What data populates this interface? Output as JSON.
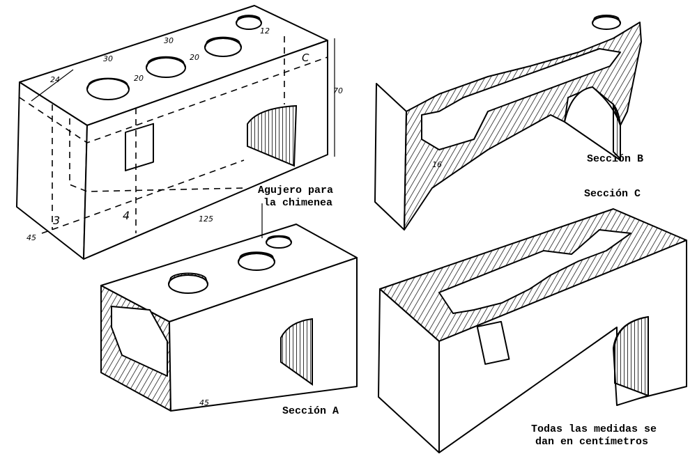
{
  "labels": {
    "chimney_hole_line1": "Agujero para",
    "chimney_hole_line2": "la chimenea",
    "section_a": "Sección A",
    "section_b": "Sección B",
    "section_c": "Sección C",
    "note_line1": "Todas las medidas se",
    "note_line2": "dan en centímetros"
  },
  "dimensions": {
    "d24": "24",
    "d30a": "30",
    "d30b": "30",
    "d20a": "20",
    "d20b": "20",
    "d70": "70",
    "d125": "125",
    "d45": "45",
    "d12": "12",
    "marker3": "3",
    "marker4": "4",
    "markerC": "C",
    "secA_45": "45",
    "secB_16": "16"
  }
}
